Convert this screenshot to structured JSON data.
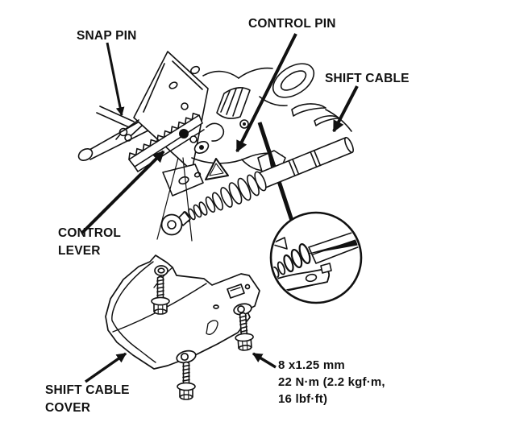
{
  "diagram": {
    "labels": {
      "snap_pin": "SNAP PIN",
      "control_pin": "CONTROL PIN",
      "shift_cable": "SHIFT CABLE",
      "control_lever": "CONTROL\nLEVER",
      "shift_cable_cover": "SHIFT CABLE\nCOVER",
      "bolt_spec": "8 x1.25 mm\n22 N·m (2.2 kgf·m,\n16 lbf·ft)"
    },
    "colors": {
      "line": "#111111",
      "background": "#ffffff"
    }
  }
}
